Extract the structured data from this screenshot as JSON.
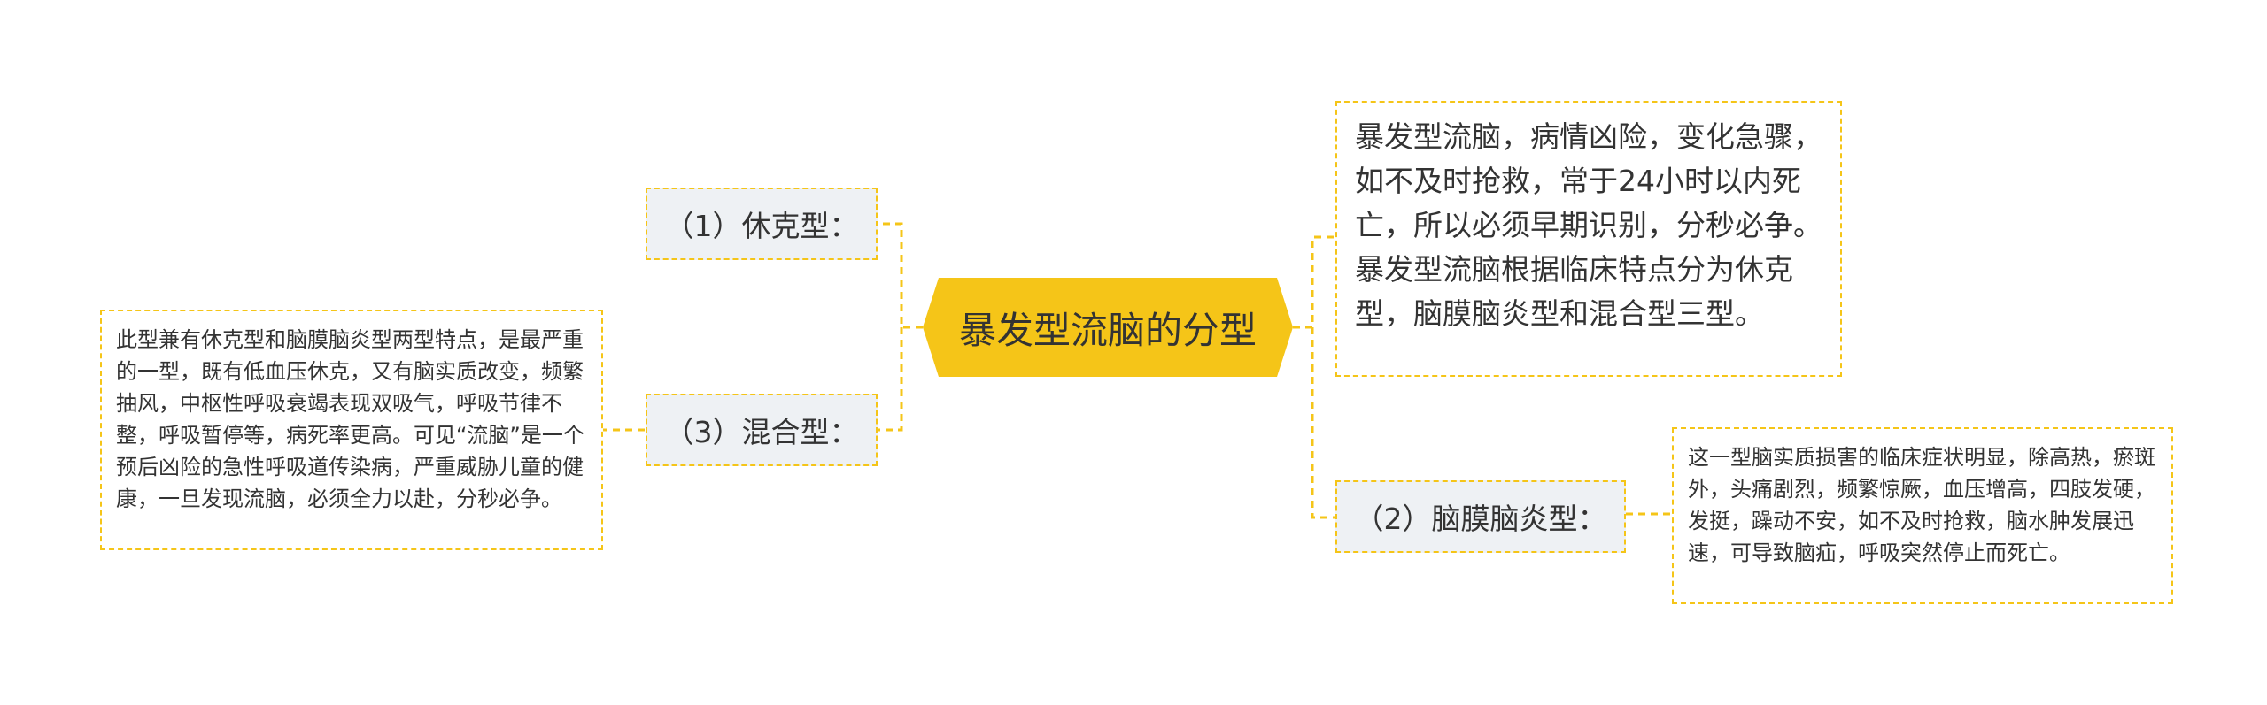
{
  "center": {
    "title": "暴发型流脑的分型"
  },
  "branches": {
    "shock": {
      "label": "（1）休克型："
    },
    "mixed": {
      "label": "（3）混合型：",
      "note": "此型兼有休克型和脑膜脑炎型两型特点，是最严重的一型，既有低血压休克，又有脑实质改变，频繁抽风，中枢性呼吸衰竭表现双吸气，呼吸节律不整，呼吸暂停等，病死率更高。可见“流脑”是一个预后凶险的急性呼吸道传染病，严重威胁儿童的健康，一旦发现流脑，必须全力以赴，分秒必争。"
    },
    "intro": {
      "note": "暴发型流脑，病情凶险，变化急骤，如不及时抢救，常于24小时以内死亡，所以必须早期识别，分秒必争。暴发型流脑根据临床特点分为休克型，脑膜脑炎型和混合型三型。"
    },
    "encephalitis": {
      "label": "（2）脑膜脑炎型：",
      "note": "这一型脑实质损害的临床症状明显，除高热，瘀斑外，头痛剧烈，频繁惊厥，血压增高，四肢发硬，发挺，躁动不安，如不及时抢救，脑水肿发展迅速，可导致脑疝，呼吸突然停止而死亡。"
    }
  },
  "colors": {
    "accent": "#f5c518",
    "node_bg": "#eef1f4",
    "text": "#333333"
  }
}
